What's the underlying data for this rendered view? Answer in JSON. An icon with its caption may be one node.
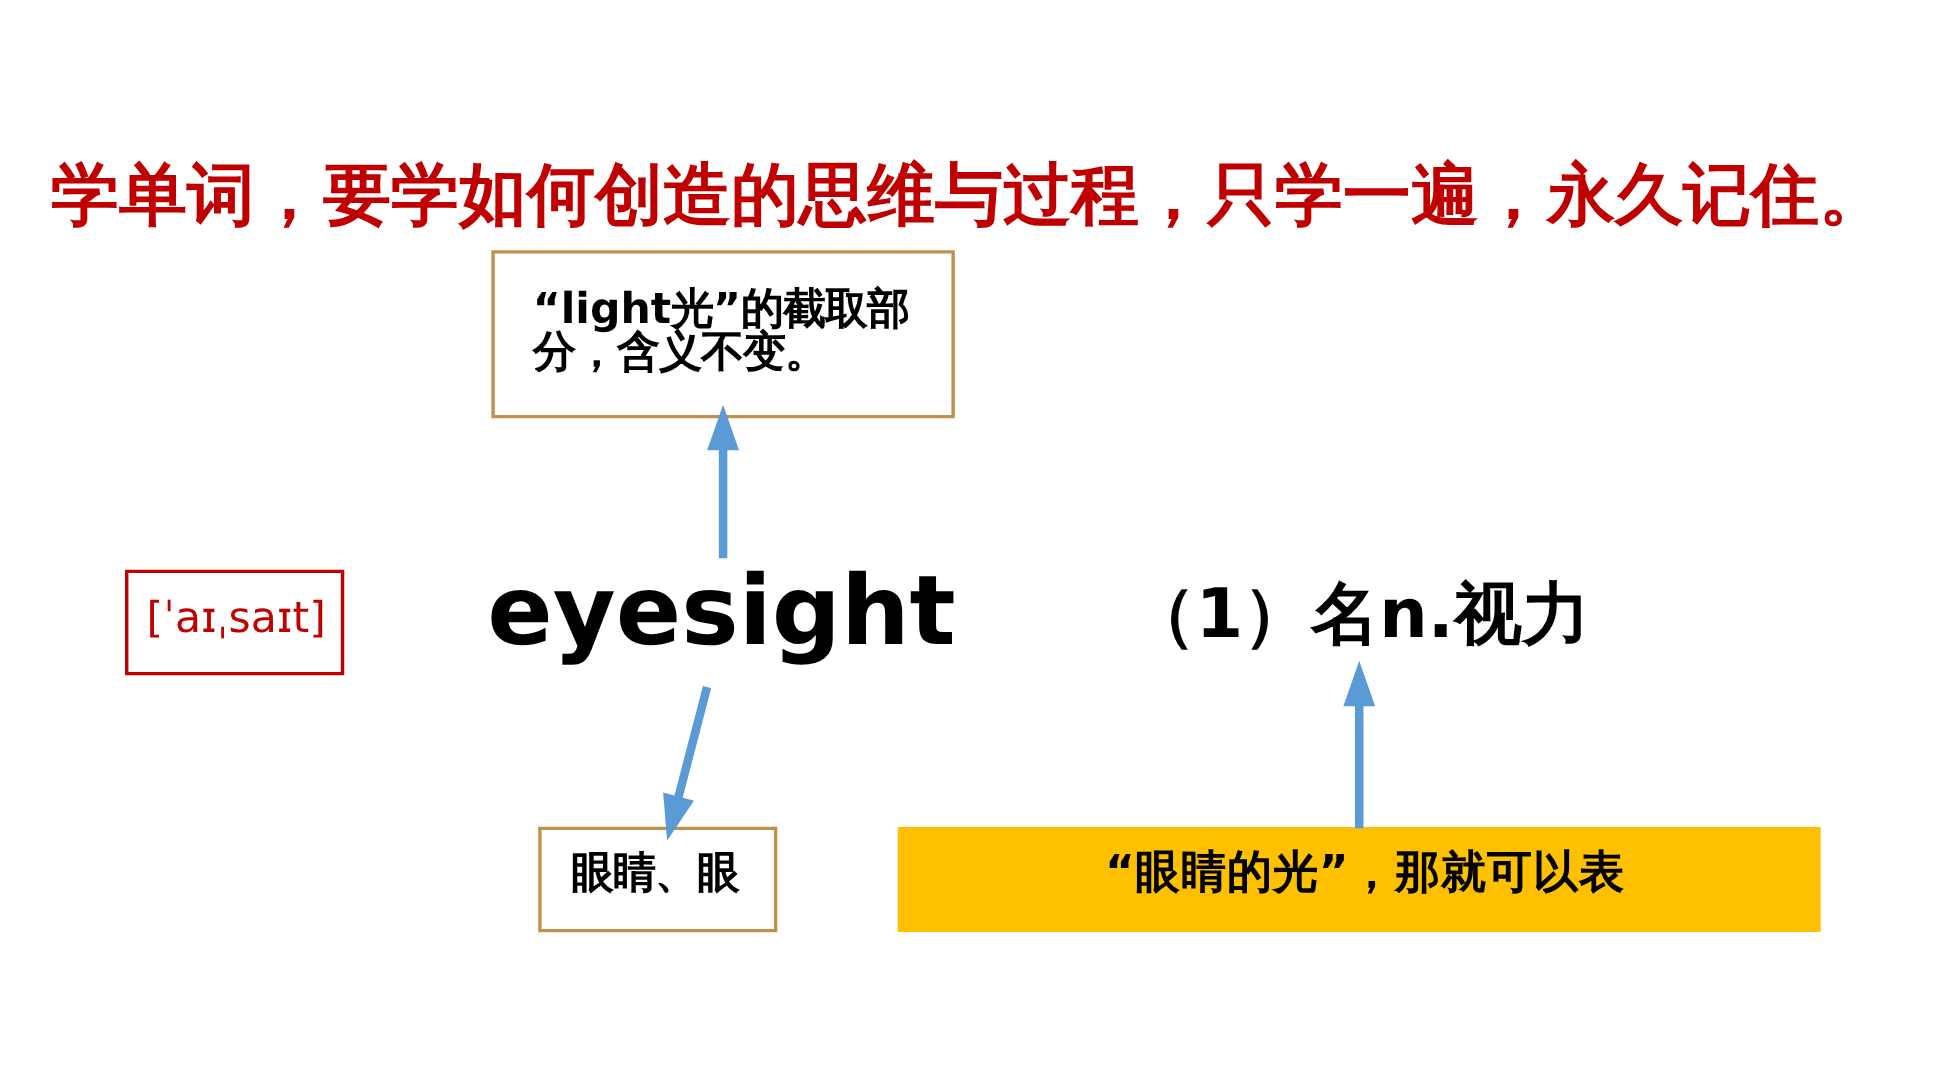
{
  "diagram": {
    "title": "学单词，要学如何创造的思维与过程，只学一遍，永久记住。",
    "nodes": [
      {
        "text": [
          "“light光”的截取部分，含义不变。"
        ]
      },
      {
        "text": [
          "[ˈaɪˌsaɪt]"
        ]
      },
      {
        "text": [
          "eyesight"
        ]
      },
      {
        "text": [
          "（1）名n.视力"
        ]
      },
      {
        "text": [
          "眼睛、眼"
        ]
      },
      {
        "text": [
          "“眼睛的光”，那就可以表"
        ]
      }
    ],
    "edges": [
      {
        "from": 2,
        "to": 0,
        "arrow": "to"
      },
      {
        "from": 2,
        "to": 4,
        "arrow": "to"
      },
      {
        "from": 5,
        "to": 3,
        "arrow": "to"
      }
    ]
  }
}
